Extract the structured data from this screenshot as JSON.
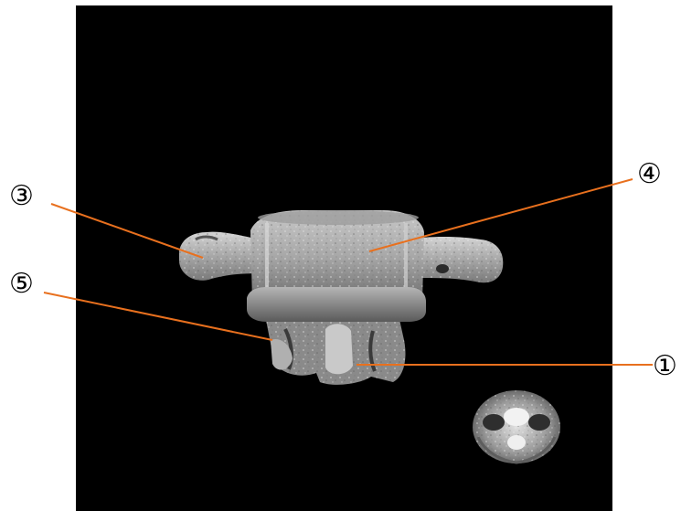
{
  "labels": {
    "one": "①",
    "three": "③",
    "four": "④",
    "five": "⑤"
  },
  "colors": {
    "background_panel": "#000000",
    "page": "#ffffff",
    "leader_line": "#e8701e",
    "bone_light": "#d9d9d9",
    "bone_mid": "#9a9a9a",
    "bone_dark": "#4a4a4a"
  }
}
